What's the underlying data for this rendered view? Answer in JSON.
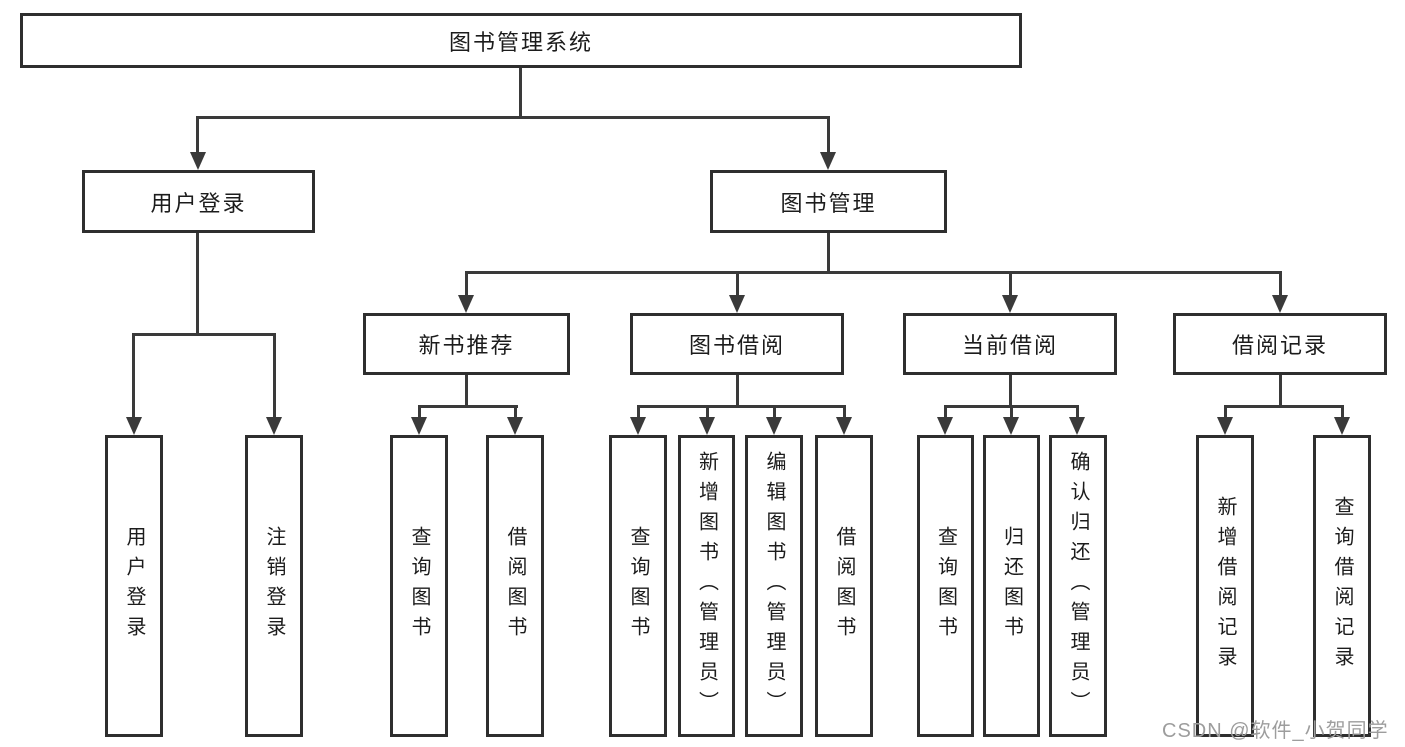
{
  "tree": {
    "root": {
      "label": "图书管理系统"
    },
    "branches": [
      {
        "label": "用户登录",
        "children": [
          {
            "label": "用户登录"
          },
          {
            "label": "注销登录"
          }
        ]
      },
      {
        "label": "图书管理",
        "sections": [
          {
            "label": "新书推荐",
            "children": [
              {
                "label": "查询图书"
              },
              {
                "label": "借阅图书"
              }
            ]
          },
          {
            "label": "图书借阅",
            "children": [
              {
                "label": "查询图书"
              },
              {
                "label": "新增图书（管理员）"
              },
              {
                "label": "编辑图书（管理员）"
              },
              {
                "label": "借阅图书"
              }
            ]
          },
          {
            "label": "当前借阅",
            "children": [
              {
                "label": "查询图书"
              },
              {
                "label": "归还图书"
              },
              {
                "label": "确认归还（管理员）"
              }
            ]
          },
          {
            "label": "借阅记录",
            "children": [
              {
                "label": "新增借阅记录"
              },
              {
                "label": "查询借阅记录"
              }
            ]
          }
        ]
      }
    ]
  },
  "watermark": {
    "text": "CSDN @软件_小贺同学"
  },
  "colors": {
    "line": "#3a3a3a",
    "border": "#2e2e2e",
    "text": "#1c1c1c",
    "background": "#ffffff",
    "watermark": "#9d9d9d"
  }
}
